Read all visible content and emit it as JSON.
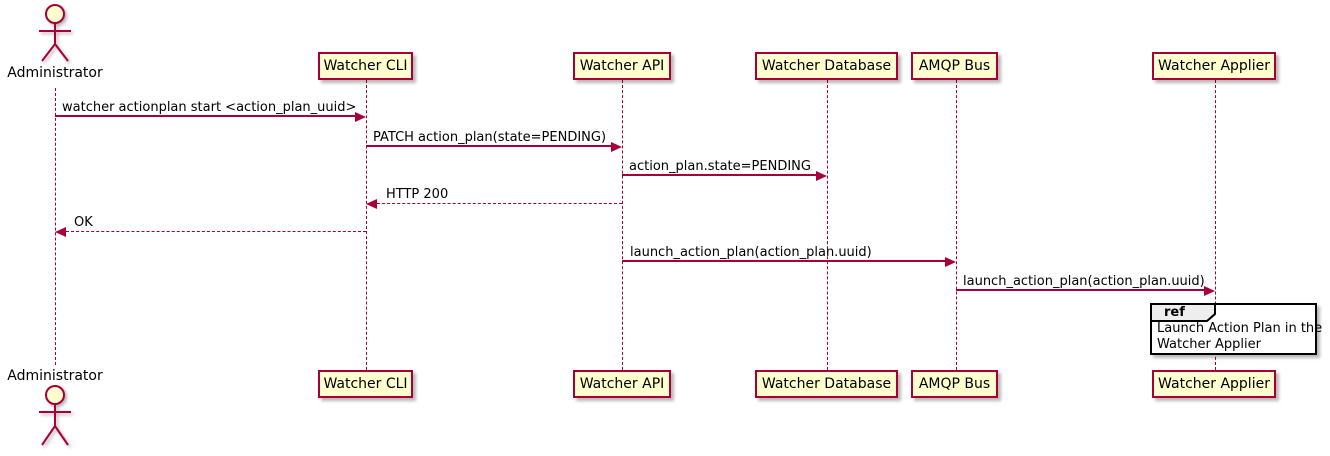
{
  "diagram_type": "uml-sequence",
  "actor": {
    "name": "Administrator"
  },
  "participants": [
    {
      "name": "Watcher CLI"
    },
    {
      "name": "Watcher API"
    },
    {
      "name": "Watcher Database"
    },
    {
      "name": "AMQP Bus"
    },
    {
      "name": "Watcher Applier"
    }
  ],
  "messages": [
    {
      "label": "watcher actionplan start <action_plan_uuid>",
      "from": "Administrator",
      "to": "Watcher CLI",
      "line": "solid"
    },
    {
      "label": "PATCH action_plan(state=PENDING)",
      "from": "Watcher CLI",
      "to": "Watcher API",
      "line": "solid"
    },
    {
      "label": "action_plan.state=PENDING",
      "from": "Watcher API",
      "to": "Watcher Database",
      "line": "solid"
    },
    {
      "label": "HTTP 200",
      "from": "Watcher API",
      "to": "Watcher CLI",
      "line": "dashed"
    },
    {
      "label": "OK",
      "from": "Watcher CLI",
      "to": "Administrator",
      "line": "dashed"
    },
    {
      "label": "launch_action_plan(action_plan.uuid)",
      "from": "Watcher API",
      "to": "AMQP Bus",
      "line": "solid"
    },
    {
      "label": "launch_action_plan(action_plan.uuid)",
      "from": "AMQP Bus",
      "to": "Watcher Applier",
      "line": "solid"
    }
  ],
  "ref_fragment": {
    "tag": "ref",
    "line1": "Launch Action Plan in the",
    "line2": "Watcher Applier"
  },
  "colors": {
    "accent": "#A80036",
    "participant_fill": "#FEFECE",
    "ref_tab_fill": "#EEEEEE",
    "background": "#FFFFFF"
  }
}
